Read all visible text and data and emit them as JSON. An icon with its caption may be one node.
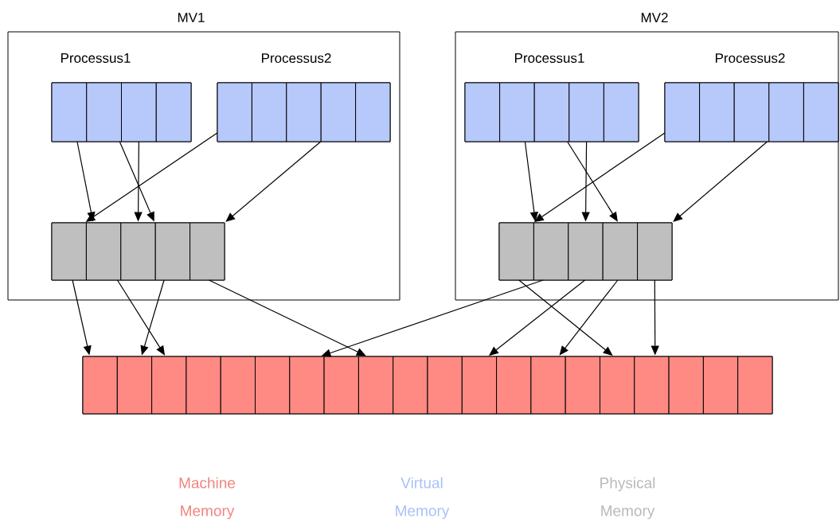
{
  "diagram": {
    "nodes": [
      {
        "text": [
          "MV1"
        ]
      },
      {
        "text": [
          "Processus1"
        ],
        "in": 0
      },
      {
        "text": [],
        "shape": "box",
        "in": 1
      },
      {
        "text": [],
        "shape": "box",
        "in": 1
      },
      {
        "text": [],
        "shape": "box",
        "in": 1
      },
      {
        "text": [],
        "shape": "box",
        "in": 1
      },
      {
        "text": [
          "Processus2"
        ],
        "in": 0
      },
      {
        "text": [],
        "shape": "box",
        "in": 6
      },
      {
        "text": [],
        "shape": "box",
        "in": 6
      },
      {
        "text": [],
        "shape": "box",
        "in": 6
      },
      {
        "text": [],
        "shape": "box",
        "in": 6
      },
      {
        "text": [],
        "shape": "box",
        "in": 6
      },
      {
        "text": [],
        "shape": "box",
        "in": 0
      },
      {
        "text": [],
        "shape": "box",
        "in": 12
      },
      {
        "text": [],
        "shape": "box",
        "in": 12
      },
      {
        "text": [],
        "shape": "box",
        "in": 12
      },
      {
        "text": [],
        "shape": "box",
        "in": 12
      },
      {
        "text": [],
        "shape": "box",
        "in": 12
      },
      {
        "text": [
          "MV2"
        ]
      },
      {
        "text": [
          "Processus1"
        ],
        "in": 18
      },
      {
        "text": [],
        "shape": "box",
        "in": 19
      },
      {
        "text": [],
        "shape": "box",
        "in": 19
      },
      {
        "text": [],
        "shape": "box",
        "in": 19
      },
      {
        "text": [],
        "shape": "box",
        "in": 19
      },
      {
        "text": [],
        "shape": "box",
        "in": 19
      },
      {
        "text": [
          "Processus2"
        ],
        "in": 18
      },
      {
        "text": [],
        "shape": "box",
        "in": 25
      },
      {
        "text": [],
        "shape": "box",
        "in": 25
      },
      {
        "text": [],
        "shape": "box",
        "in": 25
      },
      {
        "text": [],
        "shape": "box",
        "in": 25
      },
      {
        "text": [],
        "shape": "box",
        "in": 25
      },
      {
        "text": [],
        "shape": "box",
        "in": 18
      },
      {
        "text": [],
        "shape": "box",
        "in": 31
      },
      {
        "text": [],
        "shape": "box",
        "in": 31
      },
      {
        "text": [],
        "shape": "box",
        "in": 31
      },
      {
        "text": [],
        "shape": "box",
        "in": 31
      },
      {
        "text": [],
        "shape": "box",
        "in": 31
      },
      {
        "text": [],
        "shape": "box"
      },
      {
        "text": [],
        "shape": "box",
        "in": 37
      },
      {
        "text": [],
        "shape": "box",
        "in": 37
      },
      {
        "text": [],
        "shape": "box",
        "in": 37
      },
      {
        "text": [],
        "shape": "box",
        "in": 37
      },
      {
        "text": [],
        "shape": "box",
        "in": 37
      },
      {
        "text": [],
        "shape": "box",
        "in": 37
      },
      {
        "text": [],
        "shape": "box",
        "in": 37
      },
      {
        "text": [],
        "shape": "box",
        "in": 37
      },
      {
        "text": [],
        "shape": "box",
        "in": 37
      },
      {
        "text": [],
        "shape": "box",
        "in": 37
      },
      {
        "text": [],
        "shape": "box",
        "in": 37
      },
      {
        "text": [],
        "shape": "box",
        "in": 37
      },
      {
        "text": [],
        "shape": "box",
        "in": 37
      },
      {
        "text": [],
        "shape": "box",
        "in": 37
      },
      {
        "text": [],
        "shape": "box",
        "in": 37
      },
      {
        "text": [],
        "shape": "box",
        "in": 37
      },
      {
        "text": [],
        "shape": "box",
        "in": 37
      },
      {
        "text": [],
        "shape": "box",
        "in": 37
      },
      {
        "text": [],
        "shape": "box",
        "in": 37
      },
      {
        "text": [],
        "shape": "box",
        "in": 37
      }
    ],
    "edges": [
      {
        "from": 2,
        "to": 14,
        "arrow": "to"
      },
      {
        "from": 3,
        "to": 15,
        "arrow": "to"
      },
      {
        "from": 4,
        "to": 15,
        "arrow": "to"
      },
      {
        "from": 7,
        "to": 13,
        "arrow": "to"
      },
      {
        "from": 9,
        "to": 17,
        "arrow": "to"
      },
      {
        "from": 21,
        "to": 33,
        "arrow": "to"
      },
      {
        "from": 23,
        "to": 34,
        "arrow": "to"
      },
      {
        "from": 22,
        "to": 35,
        "arrow": "to"
      },
      {
        "from": 26,
        "to": 32,
        "arrow": "to"
      },
      {
        "from": 28,
        "to": 36,
        "arrow": "to"
      },
      {
        "from": 13,
        "to": 38,
        "arrow": "to"
      },
      {
        "from": 14,
        "to": 40,
        "arrow": "to"
      },
      {
        "from": 16,
        "to": 39,
        "arrow": "to"
      },
      {
        "from": 17,
        "to": 46,
        "arrow": "to"
      },
      {
        "from": 33,
        "to": 44,
        "arrow": "to"
      },
      {
        "from": 32,
        "to": 53,
        "arrow": "to"
      },
      {
        "from": 34,
        "to": 49,
        "arrow": "to"
      },
      {
        "from": 35,
        "to": 51,
        "arrow": "to"
      },
      {
        "from": 36,
        "to": 54,
        "arrow": "to"
      }
    ],
    "legend": [
      {
        "text": "Machine Memory",
        "color": "#f0857e"
      },
      {
        "text": "Virtual Memory",
        "color": "#a9c1f7"
      },
      {
        "text": "Physical Memory",
        "color": "#b9b9b9"
      }
    ]
  }
}
